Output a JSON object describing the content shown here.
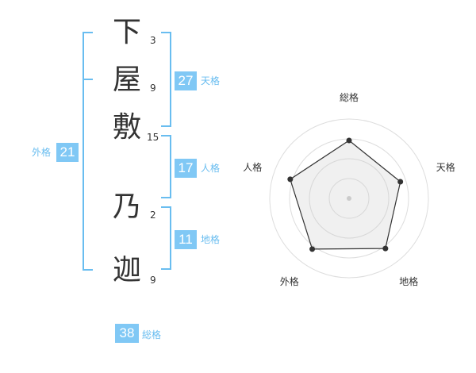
{
  "name": {
    "chars": [
      {
        "char": "下",
        "strokes": "3"
      },
      {
        "char": "屋",
        "strokes": "9"
      },
      {
        "char": "敷",
        "strokes": "15"
      },
      {
        "char": "乃",
        "strokes": "2"
      },
      {
        "char": "迦",
        "strokes": "9"
      }
    ]
  },
  "kaku": {
    "tenkaku": {
      "value": "27",
      "label": "天格"
    },
    "jinkaku": {
      "value": "17",
      "label": "人格"
    },
    "chikaku": {
      "value": "11",
      "label": "地格"
    },
    "gaikaku": {
      "value": "21",
      "label": "外格"
    },
    "soukaku": {
      "value": "38",
      "label": "総格"
    }
  },
  "colors": {
    "accent": "#69bdf0",
    "box": "#80c8f5",
    "text": "#333333"
  },
  "chart_data": {
    "type": "radar",
    "axes": [
      "総格",
      "天格",
      "地格",
      "外格",
      "人格"
    ],
    "values": [
      0.73,
      0.68,
      0.78,
      0.79,
      0.78
    ],
    "rings": 4
  }
}
